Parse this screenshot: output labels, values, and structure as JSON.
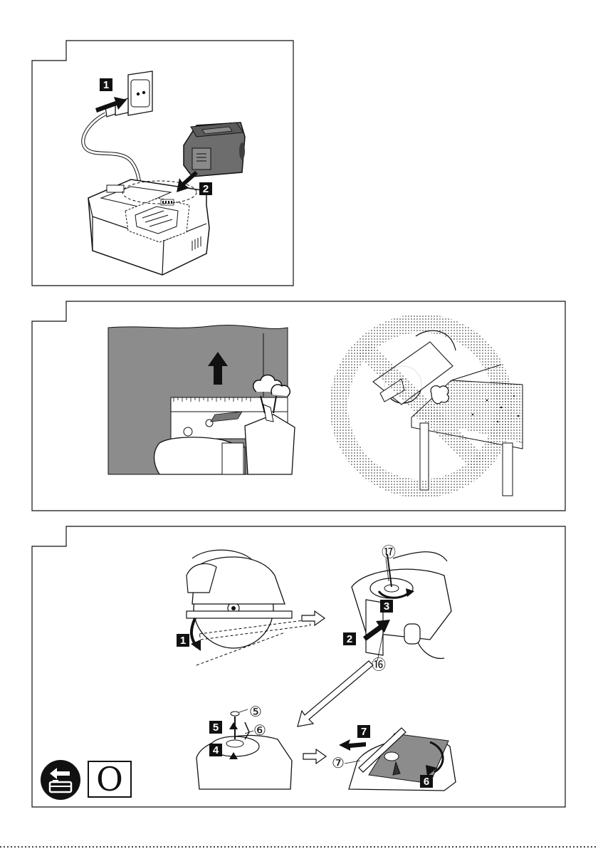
{
  "figure_1": {
    "steps": [
      "1",
      "2"
    ]
  },
  "figure_2": {},
  "figure_3": {
    "steps": [
      "1",
      "2",
      "3",
      "4",
      "5",
      "6",
      "7"
    ],
    "part_numbers": [
      "⑰",
      "⑯",
      "⑤",
      "⑥",
      "⑦"
    ],
    "clip_label": "O"
  },
  "icons": {
    "remove_battery": "battery-removal-icon",
    "prohibited": "prohibited-circle-icon",
    "arrow": "hollow-arrow-icon"
  },
  "colors": {
    "line": "#111111",
    "step_box": "#111111",
    "wall_gray": "#8c8c8c",
    "battery_gray": "#6d6d6d"
  }
}
